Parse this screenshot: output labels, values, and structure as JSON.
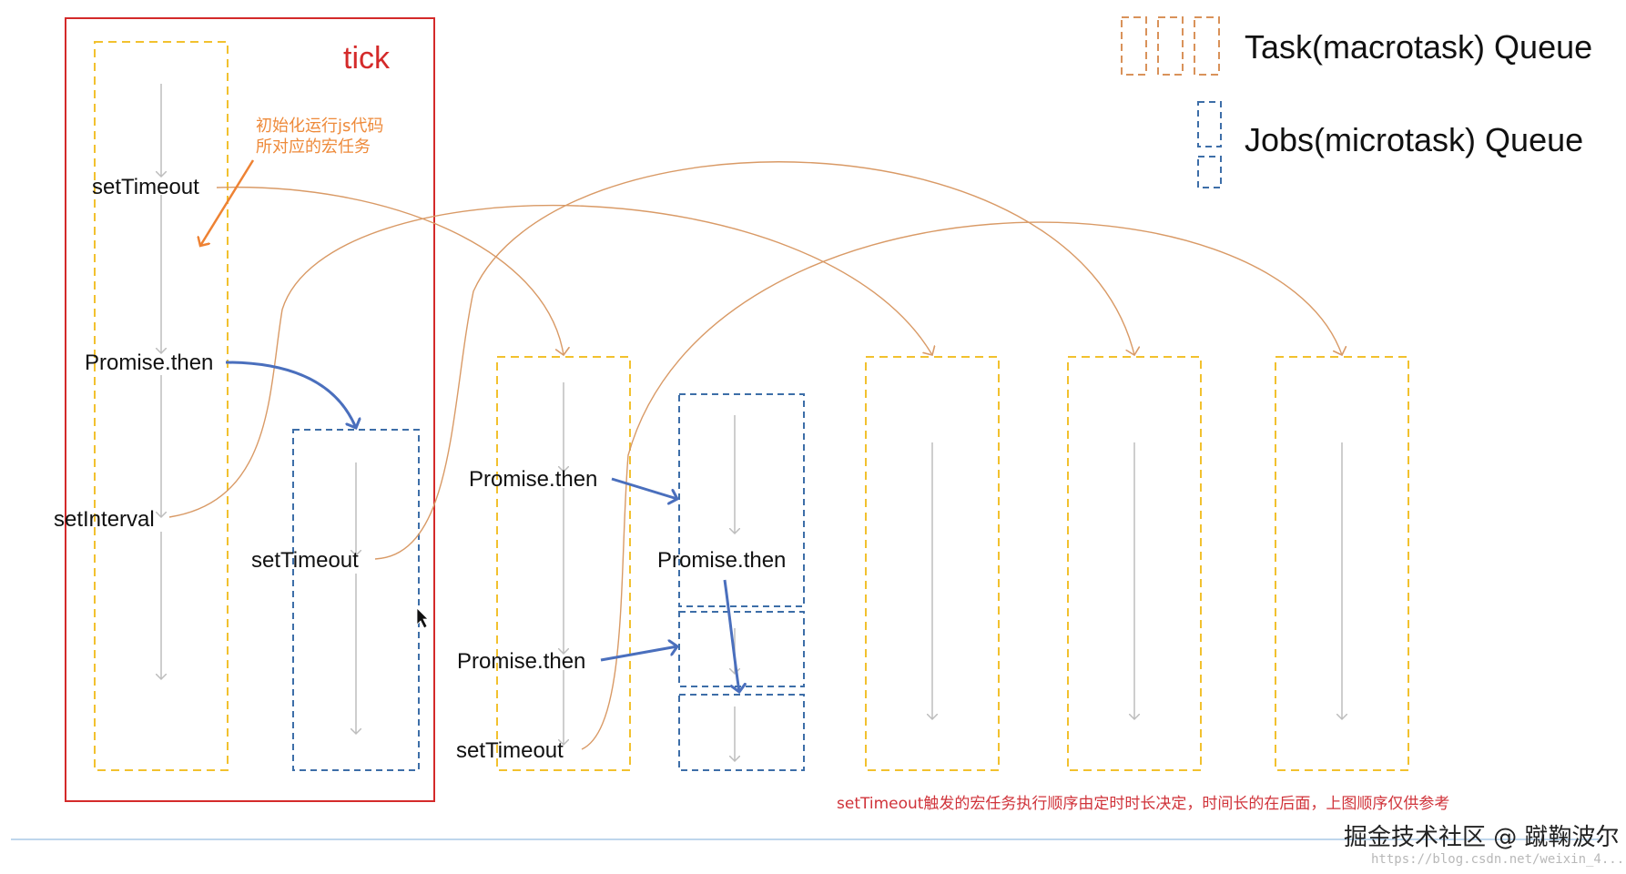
{
  "tick": {
    "label": "tick"
  },
  "note": {
    "line1": "初始化运行js代码",
    "line2": "所对应的宏任务"
  },
  "legend": {
    "macrotask": "Task(macrotask) Queue",
    "microtask": "Jobs(microtask) Queue"
  },
  "labels": {
    "settimeout_initial": "setTimeout",
    "promise_then_initial": "Promise.then",
    "setinterval_initial": "setInterval",
    "settimeout_micro": "setTimeout",
    "promise_then_task2_a": "Promise.then",
    "promise_then_task2_b": "Promise.then",
    "settimeout_task2": "setTimeout",
    "promise_then_micro2": "Promise.then"
  },
  "footnote": "setTimeout触发的宏任务执行顺序由定时时长决定，时间长的在后面，上图顺序仅供参考",
  "watermark": {
    "main": "掘金技术社区 @ 蹴鞠波尔",
    "sub": "https://blog.csdn.net/weixin_4..."
  },
  "colors": {
    "macrotask_border": "#f2c12e",
    "microtask_border": "#3d6ea8",
    "legend_macrotask": "#d9925a",
    "tick_border": "#d42a2a",
    "curve": "#d99a66",
    "push_arrow": "#4a6fbd",
    "note_arrow": "#ee8233",
    "timeline": "#bdbdbd",
    "baseline": "#a9c8e6",
    "footnote": "#d0333a"
  }
}
